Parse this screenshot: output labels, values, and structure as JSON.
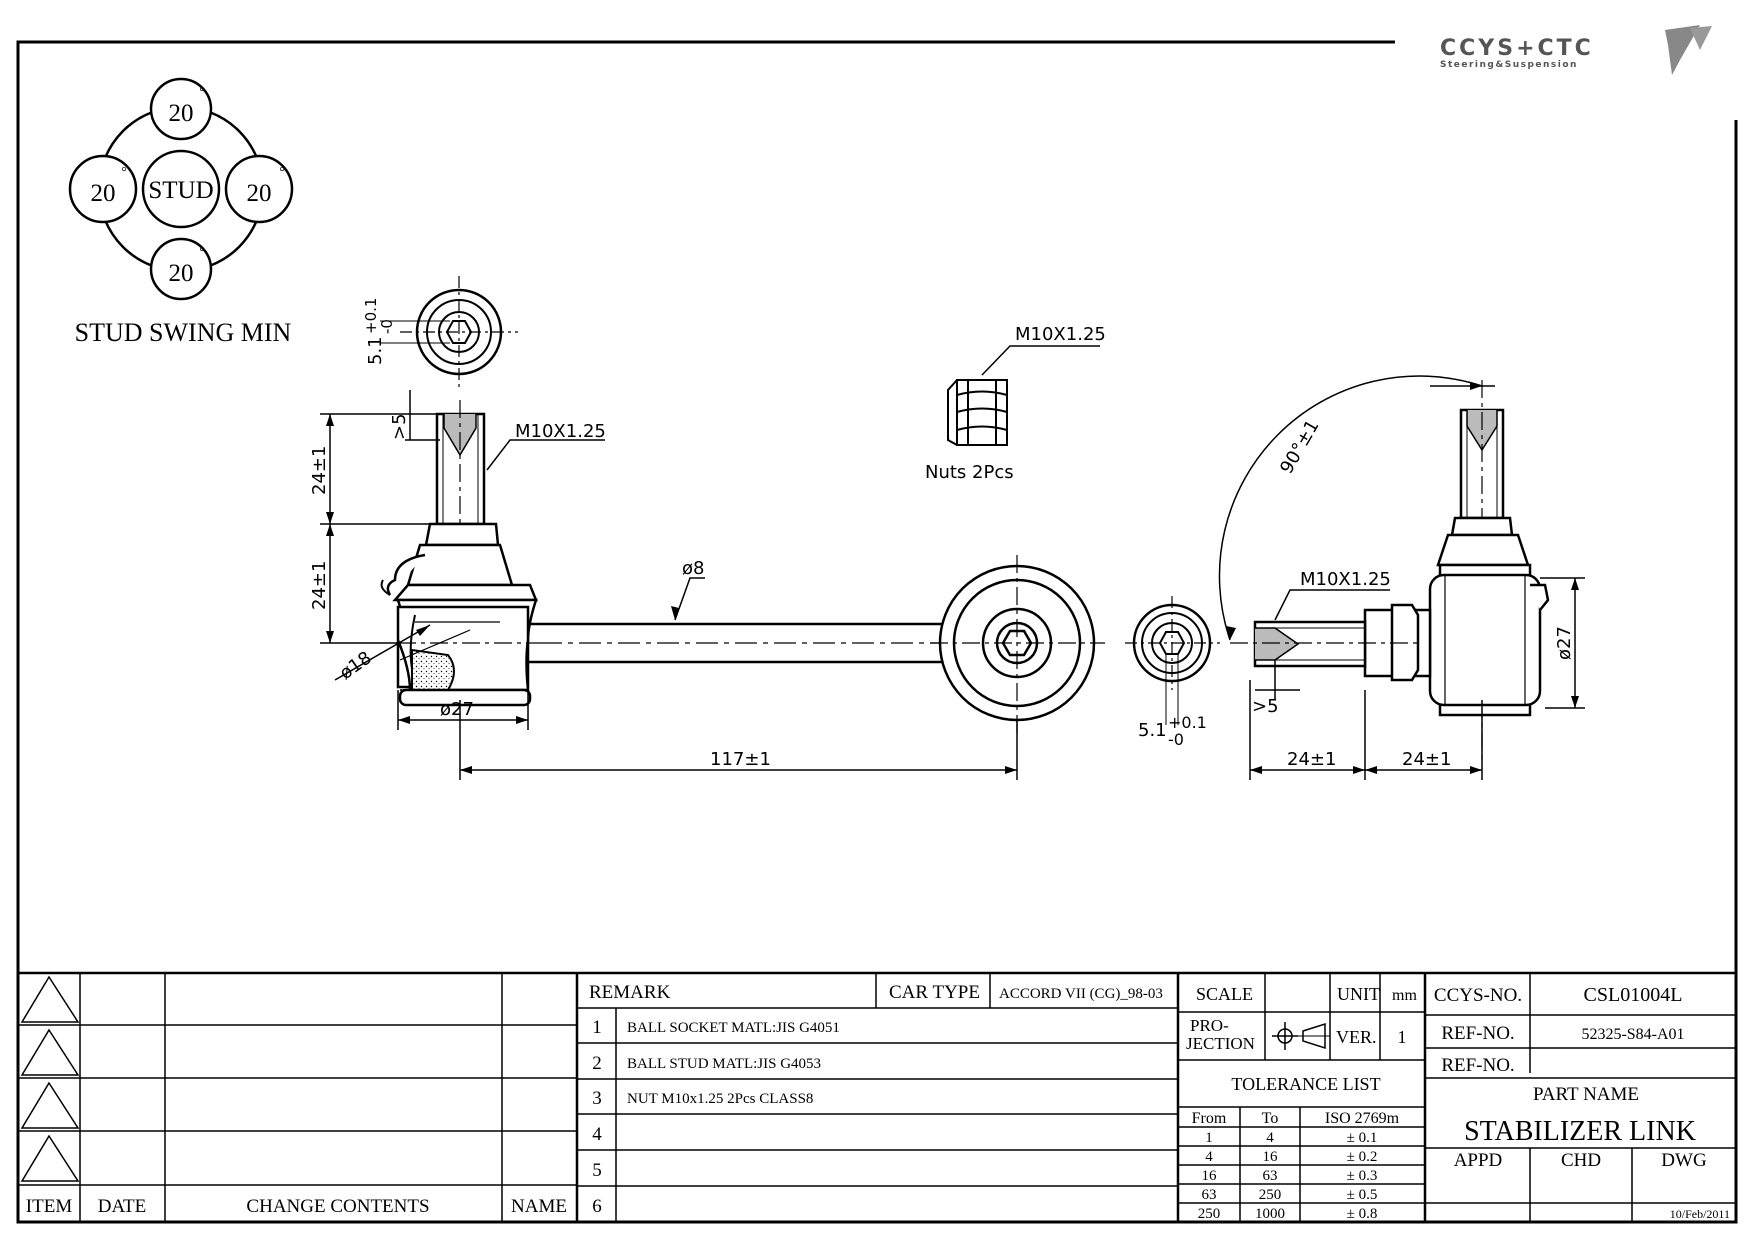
{
  "logo": {
    "brand": "CCYS+CTC",
    "tagline": "Steering&Suspension"
  },
  "swing": {
    "center": "STUD",
    "top": "20",
    "left": "20",
    "right": "20",
    "bottom": "20",
    "deg": "°",
    "caption": "STUD SWING MIN"
  },
  "dims": {
    "hex_top": "5.1",
    "hex_top_tol": "+0.1",
    "hex_top_tol2": "-0",
    "thread_gt5": ">5",
    "thread_24a": "24±1",
    "thread_24b": "24±1",
    "thread_m10_left": "M10X1.25",
    "dia18": "ø18",
    "dia27_left": "ø27",
    "rod_dia": "ø8",
    "length_117": "117±1",
    "nut_thread": "M10X1.25",
    "nut_caption": "Nuts  2Pcs",
    "hex_bottom": "5.1",
    "hex_bottom_tol": "+0.1",
    "hex_bottom_tol2": "-0",
    "angle": "90°±1",
    "thread_m10_right": "M10X1.25",
    "thread_gt5_right": ">5",
    "dim_24_right_a": "24±1",
    "dim_24_right_b": "24±1",
    "dia27_right": "ø27"
  },
  "revision": {
    "headers": {
      "item": "ITEM",
      "date": "DATE",
      "change": "CHANGE CONTENTS",
      "name": "NAME"
    }
  },
  "remark": {
    "header": "REMARK",
    "car_type_label": "CAR TYPE",
    "car_type_value": "ACCORD VII (CG)_98-03",
    "rows": [
      {
        "n": "1",
        "text": "BALL SOCKET MATL:JIS G4051"
      },
      {
        "n": "2",
        "text": "BALL STUD MATL:JIS G4053"
      },
      {
        "n": "3",
        "text": "NUT M10x1.25 2Pcs CLASS8"
      },
      {
        "n": "4",
        "text": ""
      },
      {
        "n": "5",
        "text": ""
      },
      {
        "n": "6",
        "text": ""
      }
    ]
  },
  "spec": {
    "scale_label": "SCALE",
    "unit_label": "UNIT",
    "unit_value": "mm",
    "projection_label_1": "PRO-",
    "projection_label_2": "JECTION",
    "ver_label": "VER.",
    "ver_value": "1",
    "tolerance_title": "TOLERANCE LIST",
    "tol_headers": [
      "From",
      "To",
      "ISO 2769m"
    ],
    "tol_rows": [
      [
        "1",
        "4",
        "± 0.1"
      ],
      [
        "4",
        "16",
        "± 0.2"
      ],
      [
        "16",
        "63",
        "± 0.3"
      ],
      [
        "63",
        "250",
        "± 0.5"
      ],
      [
        "250",
        "1000",
        "± 0.8"
      ]
    ]
  },
  "title_block": {
    "ccys_label": "CCYS-NO.",
    "ccys_value": "CSL01004L",
    "ref1_label": "REF-NO.",
    "ref1_value": "52325-S84-A01",
    "ref2_label": "REF-NO.",
    "ref2_value": "",
    "part_name_label": "PART NAME",
    "part_name_value": "STABILIZER LINK",
    "appd": "APPD",
    "chd": "CHD",
    "dwg": "DWG",
    "date": "10/Feb/2011"
  }
}
